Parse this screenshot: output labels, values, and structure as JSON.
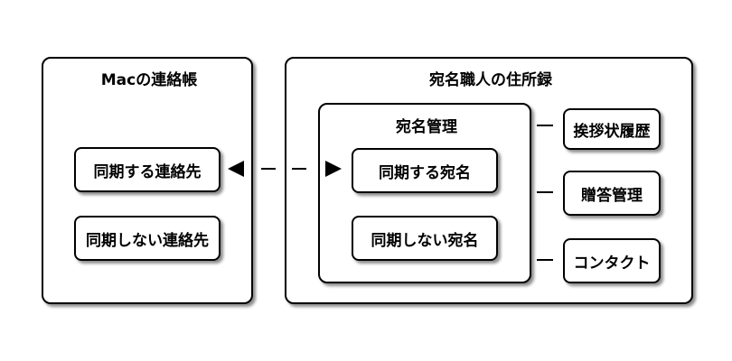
{
  "mac": {
    "title": "Macの連絡帳",
    "items": [
      "同期する連絡先",
      "同期しない連絡先"
    ]
  },
  "app": {
    "title": "宛名職人の住所録",
    "group": {
      "title": "宛名管理",
      "items": [
        "同期する宛名",
        "同期しない宛名"
      ]
    },
    "side": [
      "挨拶状履歴",
      "贈答管理",
      "コンタクト"
    ]
  }
}
